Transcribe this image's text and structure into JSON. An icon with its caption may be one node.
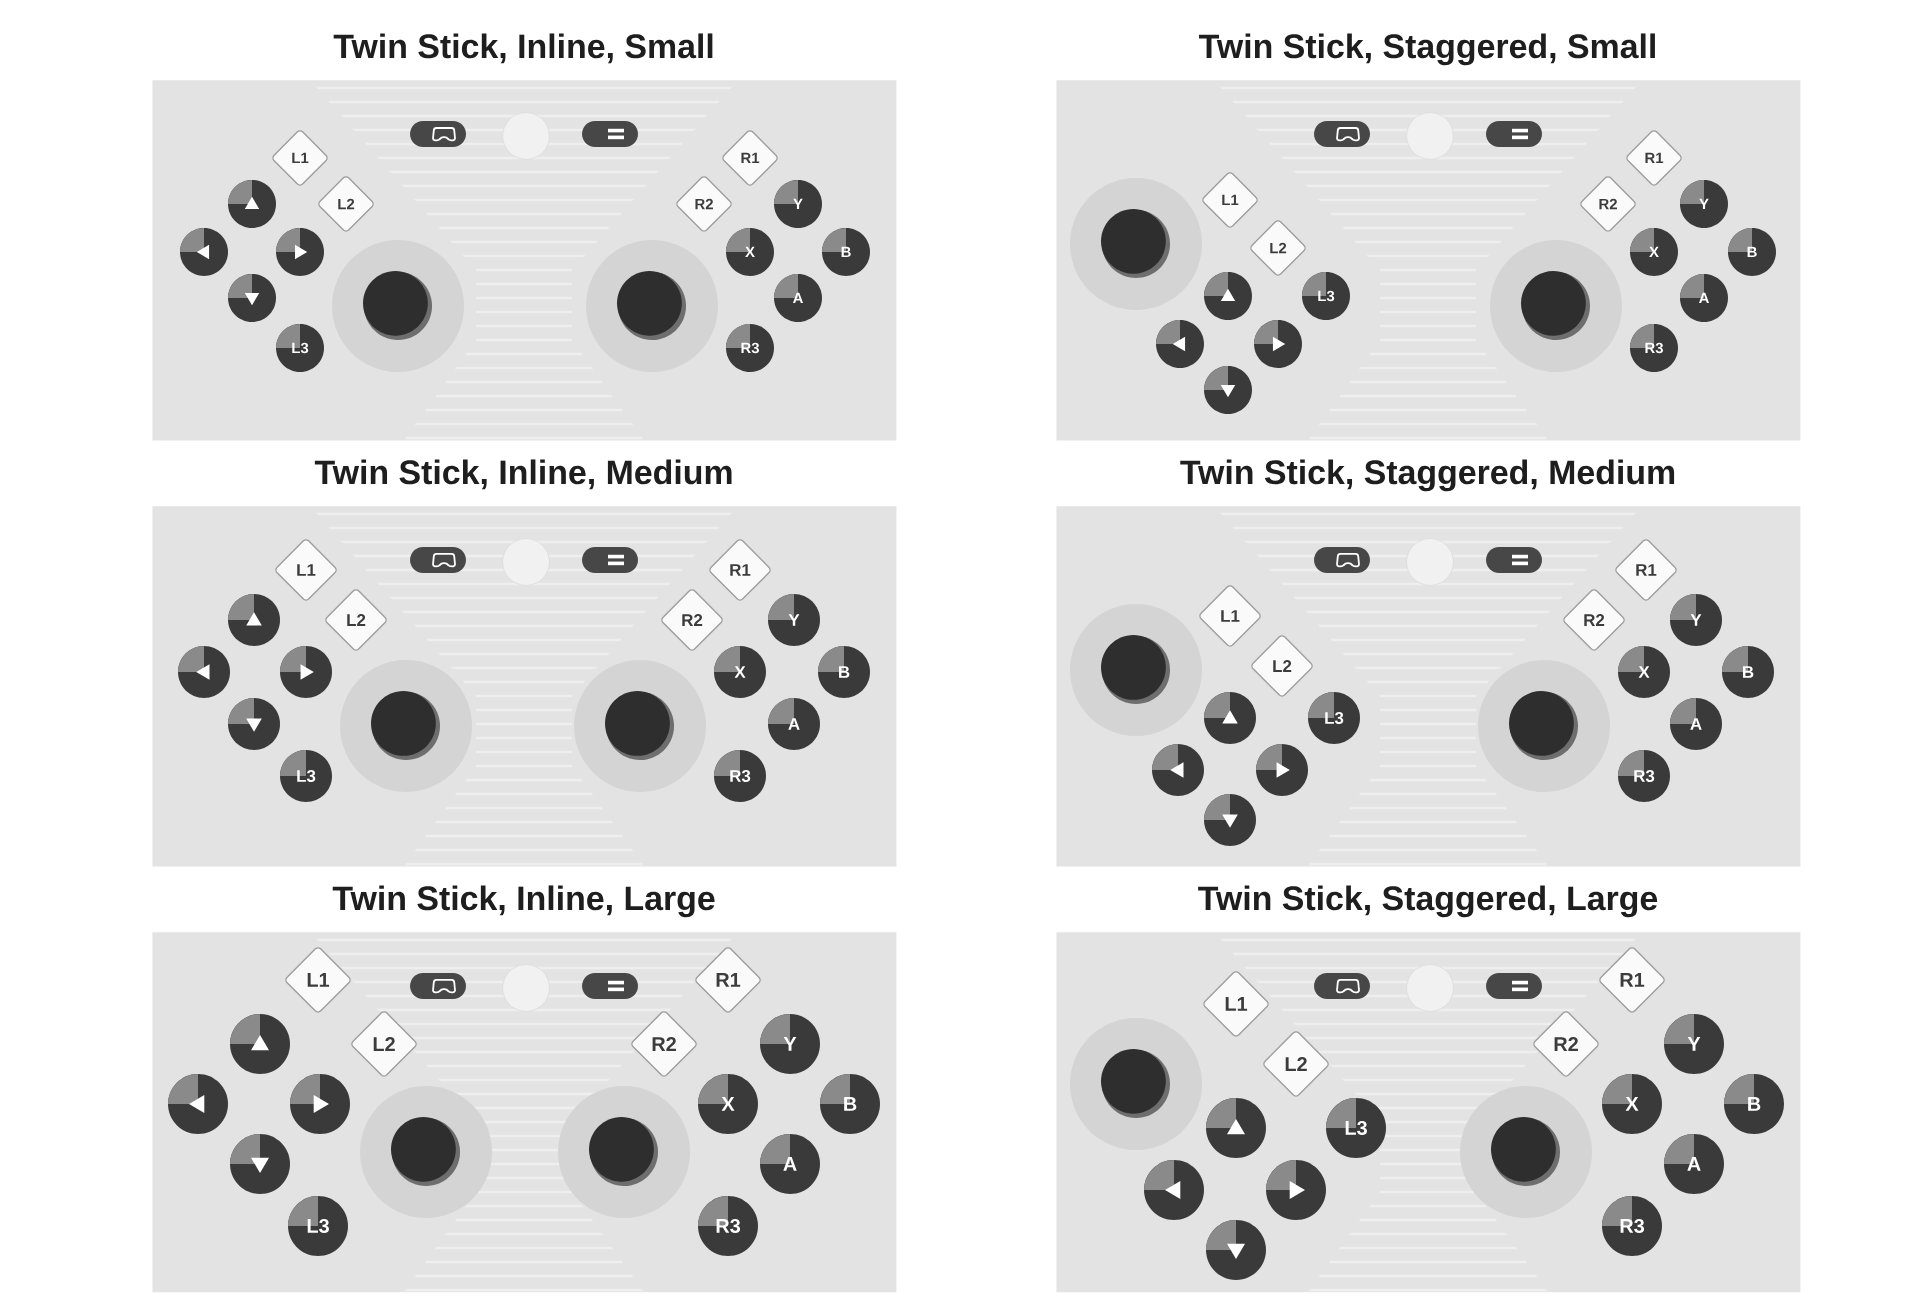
{
  "diagram": {
    "nodes": [
      {
        "text": [
          "Twin Stick, Inline, Small"
        ]
      },
      {
        "text": [
          "L1"
        ],
        "in": 0
      },
      {
        "text": [
          "L2"
        ],
        "in": 0
      },
      {
        "text": [],
        "shape": "circle",
        "in": 0
      },
      {
        "text": [],
        "shape": "circle",
        "in": 0
      },
      {
        "text": [],
        "shape": "circle",
        "in": 0
      },
      {
        "text": [],
        "shape": "circle",
        "in": 0
      },
      {
        "text": [
          "L3"
        ],
        "in": 0
      },
      {
        "text": [],
        "shape": "circle",
        "in": 0
      },
      {
        "text": [
          "R1"
        ],
        "in": 0
      },
      {
        "text": [
          "R2"
        ],
        "in": 0
      },
      {
        "text": [
          "Y"
        ],
        "in": 0
      },
      {
        "text": [
          "X"
        ],
        "in": 0
      },
      {
        "text": [
          "B"
        ],
        "in": 0
      },
      {
        "text": [
          "A"
        ],
        "in": 0
      },
      {
        "text": [
          "R3"
        ],
        "in": 0
      },
      {
        "text": [],
        "shape": "circle",
        "in": 0
      },
      {
        "text": [
          "Twin Stick, Staggered, Small"
        ]
      },
      {
        "text": [
          "L1"
        ],
        "in": 17
      },
      {
        "text": [
          "L2"
        ],
        "in": 17
      },
      {
        "text": [],
        "shape": "circle",
        "in": 17
      },
      {
        "text": [],
        "shape": "circle",
        "in": 17
      },
      {
        "text": [],
        "shape": "circle",
        "in": 17
      },
      {
        "text": [],
        "shape": "circle",
        "in": 17
      },
      {
        "text": [
          "L3"
        ],
        "in": 17
      },
      {
        "text": [],
        "shape": "circle",
        "in": 17
      },
      {
        "text": [
          "R1"
        ],
        "in": 17
      },
      {
        "text": [
          "R2"
        ],
        "in": 17
      },
      {
        "text": [
          "Y"
        ],
        "in": 17
      },
      {
        "text": [
          "X"
        ],
        "in": 17
      },
      {
        "text": [
          "B"
        ],
        "in": 17
      },
      {
        "text": [
          "A"
        ],
        "in": 17
      },
      {
        "text": [
          "R3"
        ],
        "in": 17
      },
      {
        "text": [],
        "shape": "circle",
        "in": 17
      },
      {
        "text": [
          "Twin Stick, Inline, Medium"
        ]
      },
      {
        "text": [
          "L1"
        ],
        "in": 34
      },
      {
        "text": [
          "L2"
        ],
        "in": 34
      },
      {
        "text": [],
        "shape": "circle",
        "in": 34
      },
      {
        "text": [],
        "shape": "circle",
        "in": 34
      },
      {
        "text": [],
        "shape": "circle",
        "in": 34
      },
      {
        "text": [],
        "shape": "circle",
        "in": 34
      },
      {
        "text": [
          "L3"
        ],
        "in": 34
      },
      {
        "text": [],
        "shape": "circle",
        "in": 34
      },
      {
        "text": [
          "R1"
        ],
        "in": 34
      },
      {
        "text": [
          "R2"
        ],
        "in": 34
      },
      {
        "text": [
          "Y"
        ],
        "in": 34
      },
      {
        "text": [
          "X"
        ],
        "in": 34
      },
      {
        "text": [
          "B"
        ],
        "in": 34
      },
      {
        "text": [
          "A"
        ],
        "in": 34
      },
      {
        "text": [
          "R3"
        ],
        "in": 34
      },
      {
        "text": [],
        "shape": "circle",
        "in": 34
      },
      {
        "text": [
          "Twin Stick, Staggered, Medium"
        ]
      },
      {
        "text": [
          "L1"
        ],
        "in": 51
      },
      {
        "text": [
          "L2"
        ],
        "in": 51
      },
      {
        "text": [],
        "shape": "circle",
        "in": 51
      },
      {
        "text": [],
        "shape": "circle",
        "in": 51
      },
      {
        "text": [],
        "shape": "circle",
        "in": 51
      },
      {
        "text": [],
        "shape": "circle",
        "in": 51
      },
      {
        "text": [
          "L3"
        ],
        "in": 51
      },
      {
        "text": [],
        "shape": "circle",
        "in": 51
      },
      {
        "text": [
          "R1"
        ],
        "in": 51
      },
      {
        "text": [
          "R2"
        ],
        "in": 51
      },
      {
        "text": [
          "Y"
        ],
        "in": 51
      },
      {
        "text": [
          "X"
        ],
        "in": 51
      },
      {
        "text": [
          "B"
        ],
        "in": 51
      },
      {
        "text": [
          "A"
        ],
        "in": 51
      },
      {
        "text": [
          "R3"
        ],
        "in": 51
      },
      {
        "text": [],
        "shape": "circle",
        "in": 51
      },
      {
        "text": [
          "Twin Stick, Inline, Large"
        ]
      },
      {
        "text": [
          "L1"
        ],
        "in": 68
      },
      {
        "text": [
          "L2"
        ],
        "in": 68
      },
      {
        "text": [],
        "shape": "circle",
        "in": 68
      },
      {
        "text": [],
        "shape": "circle",
        "in": 68
      },
      {
        "text": [],
        "shape": "circle",
        "in": 68
      },
      {
        "text": [],
        "shape": "circle",
        "in": 68
      },
      {
        "text": [
          "L3"
        ],
        "in": 68
      },
      {
        "text": [],
        "shape": "circle",
        "in": 68
      },
      {
        "text": [
          "R1"
        ],
        "in": 68
      },
      {
        "text": [
          "R2"
        ],
        "in": 68
      },
      {
        "text": [
          "Y"
        ],
        "in": 68
      },
      {
        "text": [
          "X"
        ],
        "in": 68
      },
      {
        "text": [
          "B"
        ],
        "in": 68
      },
      {
        "text": [
          "A"
        ],
        "in": 68
      },
      {
        "text": [
          "R3"
        ],
        "in": 68
      },
      {
        "text": [],
        "shape": "circle",
        "in": 68
      },
      {
        "text": [
          "Twin Stick, Staggered, Large"
        ]
      },
      {
        "text": [
          "L1"
        ],
        "in": 85
      },
      {
        "text": [
          "L2"
        ],
        "in": 85
      },
      {
        "text": [],
        "shape": "circle",
        "in": 85
      },
      {
        "text": [],
        "shape": "circle",
        "in": 85
      },
      {
        "text": [],
        "shape": "circle",
        "in": 85
      },
      {
        "text": [],
        "shape": "circle",
        "in": 85
      },
      {
        "text": [
          "L3"
        ],
        "in": 85
      },
      {
        "text": [],
        "shape": "circle",
        "in": 85
      },
      {
        "text": [
          "R1"
        ],
        "in": 85
      },
      {
        "text": [
          "R2"
        ],
        "in": 85
      },
      {
        "text": [
          "Y"
        ],
        "in": 85
      },
      {
        "text": [
          "X"
        ],
        "in": 85
      },
      {
        "text": [
          "B"
        ],
        "in": 85
      },
      {
        "text": [
          "A"
        ],
        "in": 85
      },
      {
        "text": [
          "R3"
        ],
        "in": 85
      },
      {
        "text": [],
        "shape": "circle",
        "in": 85
      }
    ]
  }
}
